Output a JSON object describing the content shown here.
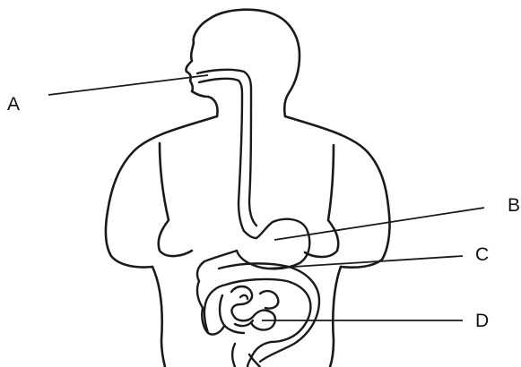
{
  "labels": {
    "A": "A",
    "B": "B",
    "C": "C",
    "D": "D"
  },
  "colors": {
    "line": "#1a1a1a",
    "background": "#ffffff"
  }
}
